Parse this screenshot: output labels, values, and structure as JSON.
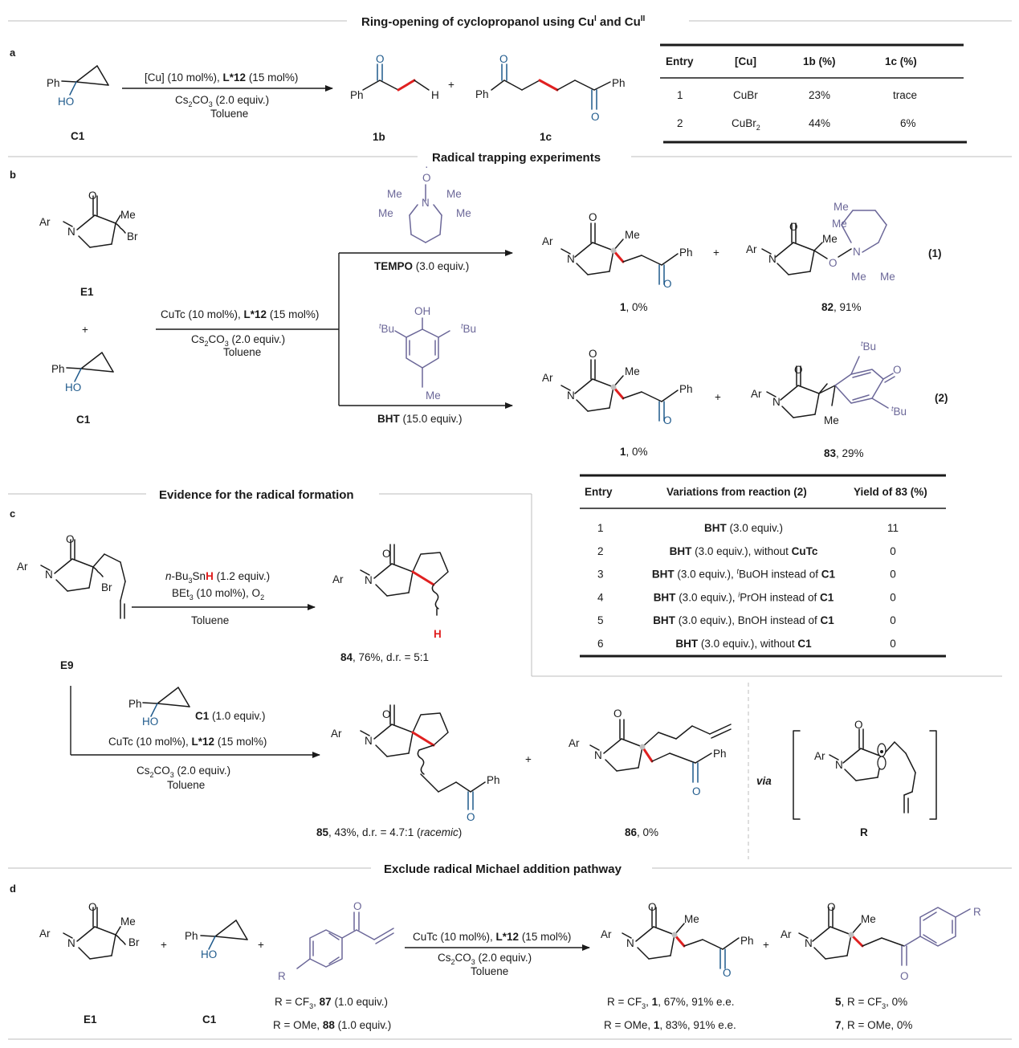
{
  "headers": {
    "a": "Ring-opening of cyclopropanol using Cu",
    "a_sup1": "I",
    "a_and": " and Cu",
    "a_sup2": "II",
    "b": "Radical trapping experiments",
    "c": "Evidence for the radical formation",
    "d": "Exclude radical Michael addition pathway"
  },
  "panel_labels": {
    "a": "a",
    "b": "b",
    "c": "c",
    "d": "d"
  },
  "atoms": {
    "Ph": "Ph",
    "HO": "HO",
    "OH": "OH",
    "O": "O",
    "H": "H",
    "N": "N",
    "Ar": "Ar",
    "Me": "Me",
    "Br": "Br",
    "R": "R",
    "tBu": "Bu",
    "t": "t",
    "dot": "·",
    "plus": "+"
  },
  "compounds": {
    "C1": "C1",
    "1b": "1b",
    "1c": "1c",
    "E1": "E1",
    "E9": "E9",
    "R": "R",
    "TEMPO": "TEMPO",
    "BHT": "BHT"
  },
  "panel_a": {
    "cond1_a": "[Cu] (10 mol%), ",
    "cond1_b": "L*12",
    "cond1_c": " (15 mol%)",
    "cond2_a": "Cs",
    "cond2_s": "2",
    "cond2_b": "CO",
    "cond2_s2": "3",
    "cond2_c": " (2.0 equiv.)",
    "cond3": "Toluene",
    "table": {
      "headers": [
        "Entry",
        "[Cu]",
        "1b (%)",
        "1c (%)"
      ],
      "rows": [
        [
          "1",
          "CuBr",
          "23%",
          "trace"
        ],
        [
          "2",
          "CuBr",
          "44%",
          "6%"
        ]
      ],
      "row2_sub": "2"
    }
  },
  "panel_b": {
    "cond1_a": "CuTc (10 mol%), ",
    "cond1_b": "L*12",
    "cond1_c": " (15 mol%)",
    "cond2_c": " (2.0 equiv.)",
    "cond3": "Toluene",
    "tempo_amt": " (3.0 equiv.)",
    "bht_amt": " (15.0 equiv.)",
    "p1_label": "1",
    "p1_yield": ", 0%",
    "p82_label": "82",
    "p82_yield": ", 91%",
    "p83_label": "83",
    "p83_yield": ", 29%",
    "eq1": "(1)",
    "eq2": "(2)",
    "table": {
      "headers": [
        "Entry",
        "Variations from reaction (2)",
        "Yield of 83 (%)"
      ],
      "rows": [
        {
          "entry": "1",
          "bold": "BHT",
          "rest": " (3.0 equiv.)",
          "pre": "",
          "sup": "",
          "tail": "",
          "tailb": "",
          "yield": "11"
        },
        {
          "entry": "2",
          "bold": "BHT",
          "rest": " (3.0 equiv.), without ",
          "pre": "",
          "sup": "",
          "tail": "",
          "tailb": "CuTc",
          "yield": "0"
        },
        {
          "entry": "3",
          "bold": "BHT",
          "rest": " (3.0 equiv.), ",
          "pre": "",
          "sup": "t",
          "tail": "BuOH instead of ",
          "tailb": "C1",
          "yield": "0"
        },
        {
          "entry": "4",
          "bold": "BHT",
          "rest": " (3.0 equiv.), ",
          "pre": "",
          "sup": "i",
          "tail": "PrOH instead of ",
          "tailb": "C1",
          "yield": "0"
        },
        {
          "entry": "5",
          "bold": "BHT",
          "rest": " (3.0 equiv.), BnOH instead of ",
          "pre": "",
          "sup": "",
          "tail": "",
          "tailb": "C1",
          "yield": "0"
        },
        {
          "entry": "6",
          "bold": "BHT",
          "rest": " (3.0 equiv.), without ",
          "pre": "",
          "sup": "",
          "tail": "",
          "tailb": "C1",
          "yield": "0"
        }
      ]
    }
  },
  "panel_c": {
    "sn_a": "n",
    "sn_b": "-Bu",
    "sn_s": "3",
    "sn_c": "Sn",
    "sn_h": "H",
    "sn_d": " (1.2 equiv.)",
    "bet_a": "BEt",
    "bet_s": "3",
    "bet_b": " (10 mol%), O",
    "bet_s2": "2",
    "cond3": "Toluene",
    "p84_label": "84",
    "p84_yield": ", 76%, d.r. = 5:1",
    "c1_amt": " (1.0 equiv.)",
    "cond1_a": "CuTc (10 mol%), ",
    "cond1_b": "L*12",
    "cond1_c": " (15 mol%)",
    "cond2_c": " (2.0 equiv.)",
    "p85_label": "85",
    "p85_yield": ", 43%, d.r. = 4.7:1 (",
    "p85_rac": "racemic",
    "p85_close": ")",
    "p86_label": "86",
    "p86_yield": ", 0%",
    "via": "via"
  },
  "panel_d": {
    "cond1_a": "CuTc (10 mol%), ",
    "cond1_b": "L*12",
    "cond1_c": " (15 mol%)",
    "cond2_c": " (2.0 equiv.)",
    "cond3": "Toluene",
    "r87_a": "R = CF",
    "r87_s": "3",
    "r87_b": ", ",
    "r87_c": "87",
    "r87_d": " (1.0 equiv.)",
    "r88_a": "R = OMe, ",
    "r88_c": "88",
    "r88_d": " (1.0 equiv.)",
    "pr1_a": "R = CF",
    "pr1_s": "3",
    "pr1_b": ", ",
    "pr1_c": "1",
    "pr1_d": ", 67%, 91% e.e.",
    "pr2_a": "R = OMe, ",
    "pr2_c": "1",
    "pr2_d": ", 83%, 91% e.e.",
    "p5_a": "5",
    "p5_b": ", R = CF",
    "p5_s": "3",
    "p5_c": ", 0%",
    "p7_a": "7",
    "p7_b": ", R = OMe, 0%"
  }
}
